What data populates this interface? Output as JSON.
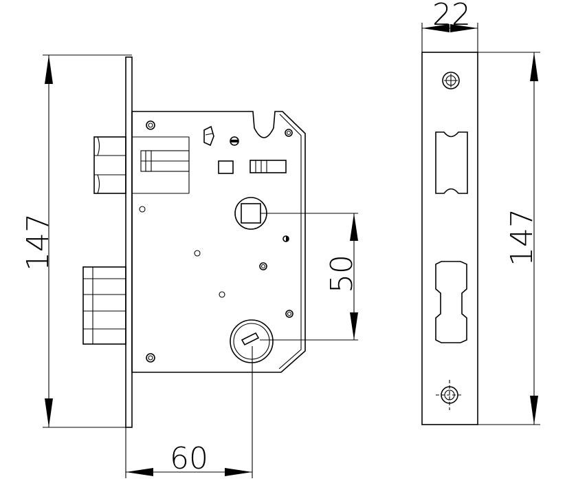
{
  "drawing": {
    "subject": "mortise lock body and faceplate",
    "dimensions": {
      "body_height": "147",
      "backset": "60",
      "center_distance": "50",
      "faceplate_width": "22",
      "faceplate_height": "147"
    }
  }
}
